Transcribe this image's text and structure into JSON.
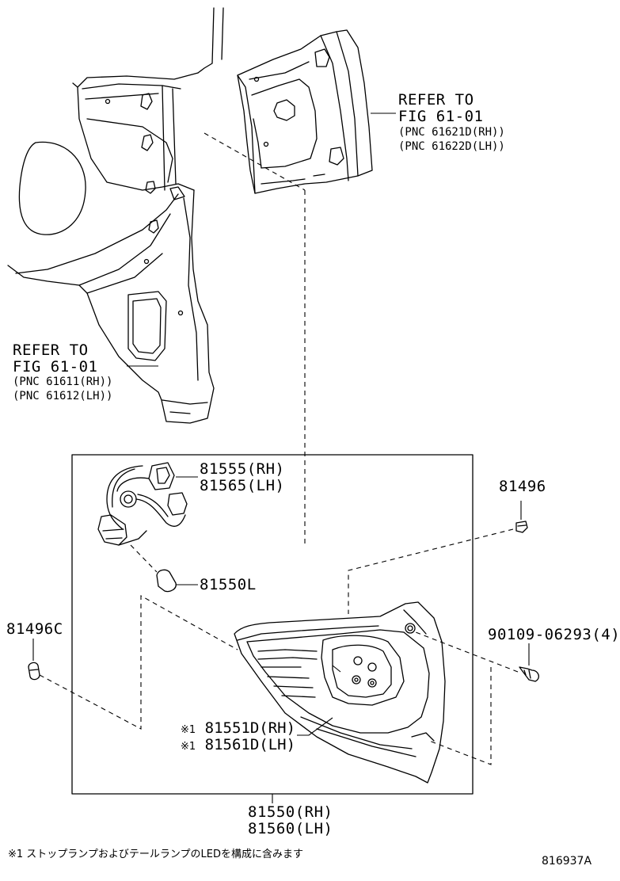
{
  "refs": {
    "upper": {
      "line1": "REFER TO",
      "line2": "FIG 61-01",
      "pnc1": "(PNC 61621D(RH))",
      "pnc2": "(PNC 61622D(LH))"
    },
    "lower": {
      "line1": "REFER TO",
      "line2": "FIG 61-01",
      "pnc1": "(PNC 61611(RH))",
      "pnc2": "(PNC 61612(LH))"
    }
  },
  "parts": {
    "socket_wire_rh": "81555(RH)",
    "socket_wire_lh": "81565(LH)",
    "bulb": "81550L",
    "screw": "81496",
    "clip": "81496C",
    "bolt": "90109-06293(4)",
    "lens_mark": "※1",
    "lens_rh": "81551D(RH)",
    "lens_lh": "81561D(LH)",
    "assy_rh": "81550(RH)",
    "assy_lh": "81560(LH)"
  },
  "footnote": "※1 ストップランプおよびテールランプのLEDを構成に含みます",
  "figure_code": "816937A"
}
